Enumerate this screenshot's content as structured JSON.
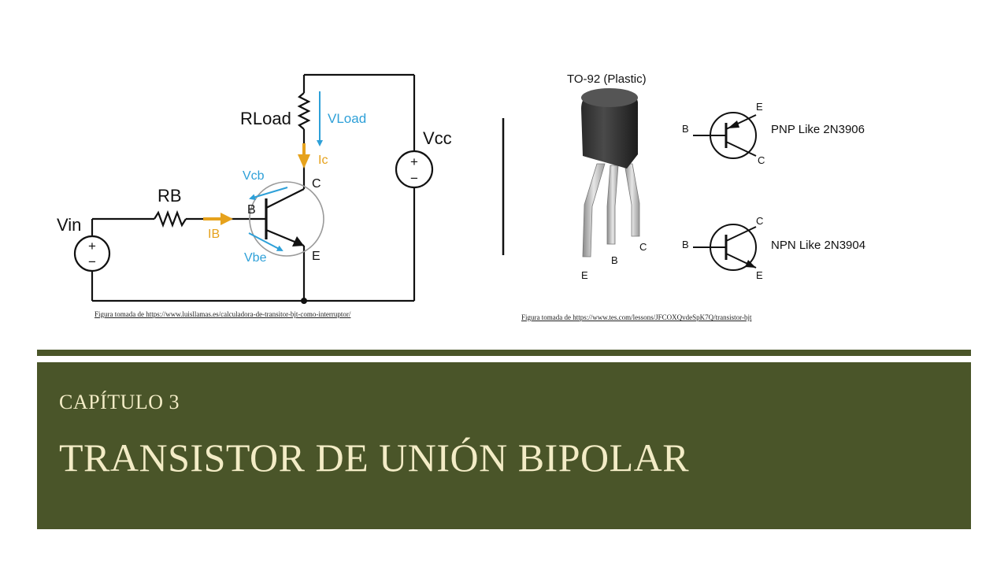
{
  "circuit": {
    "v_in": "Vin",
    "r_b": "RB",
    "i_b": "IB",
    "r_load": "RLoad",
    "v_load": "VLoad",
    "i_c": "Ic",
    "v_cc": "Vcc",
    "v_cb": "Vcb",
    "v_be": "Vbe",
    "terminal_b": "B",
    "terminal_c": "C",
    "terminal_e": "E",
    "plus": "+",
    "minus": "−",
    "caption": "Figura  tomada de https://www.luisllamas.es/calculadora-de-transitor-bjt-como-interruptor/"
  },
  "package": {
    "title": "TO-92 (Plastic)",
    "pin_e": "E",
    "pin_b": "B",
    "pin_c": "C",
    "pnp_label": "PNP  Like 2N3906",
    "npn_label": "NPN  Like 2N3904",
    "sym_b": "B",
    "sym_c": "C",
    "sym_e": "E",
    "caption": "Figura tomada de https://www.tes.com/lessons/JFCOXQvdeSpK7Q/transistor-bjt"
  },
  "title_band": {
    "chapter": "CAPÍTULO 3",
    "title": "TRANSISTOR DE UNIÓN BIPOLAR"
  },
  "colors": {
    "band": "#4a5529",
    "title_text": "#f3ecc6",
    "current_arrow": "#e6a21c",
    "voltage_arrow": "#2ea0d8"
  }
}
